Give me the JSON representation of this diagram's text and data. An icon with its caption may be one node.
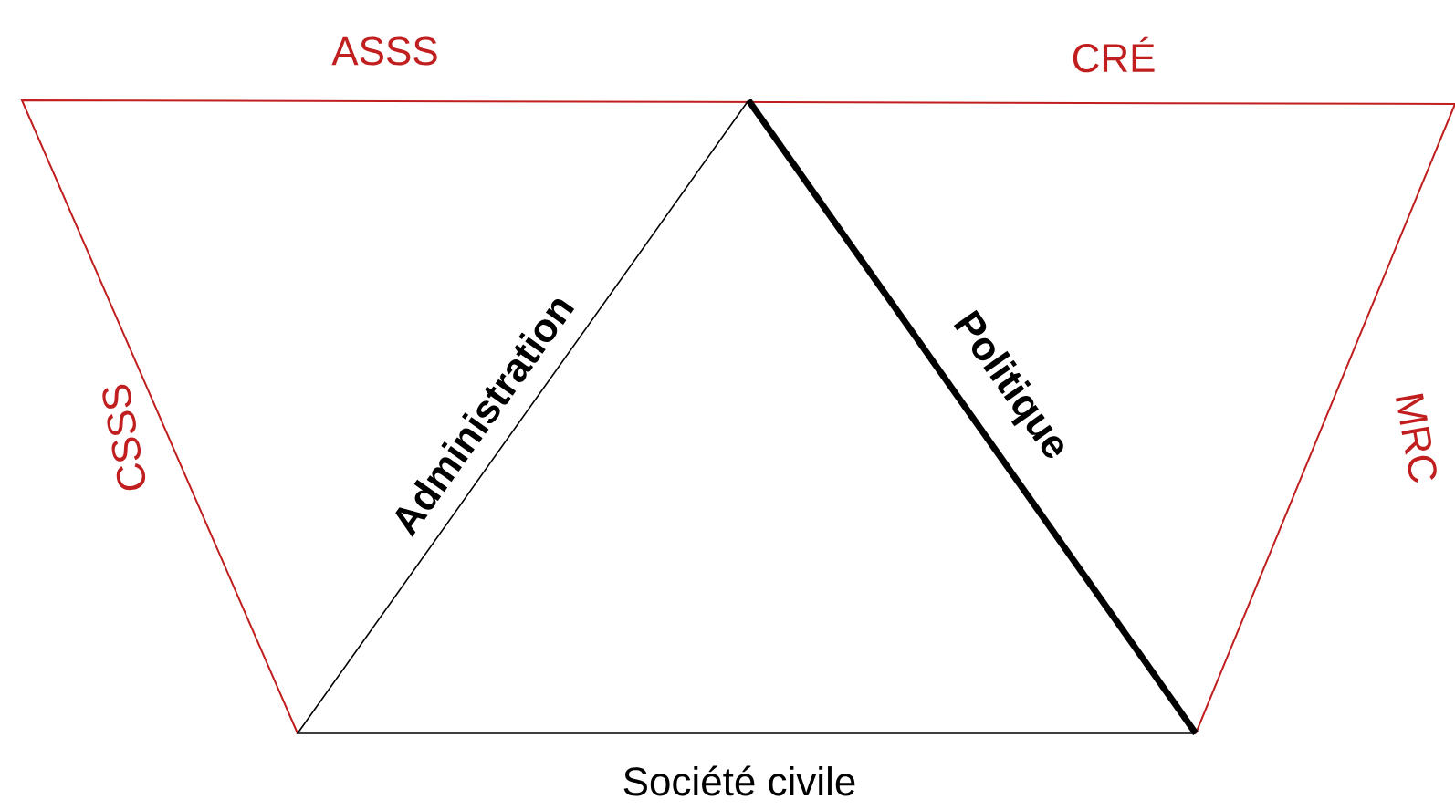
{
  "diagram": {
    "labels": [
      "ASSS",
      "CRÉ",
      "CSSS",
      "Administration",
      "Politique",
      "MRC",
      "Société civile"
    ]
  }
}
